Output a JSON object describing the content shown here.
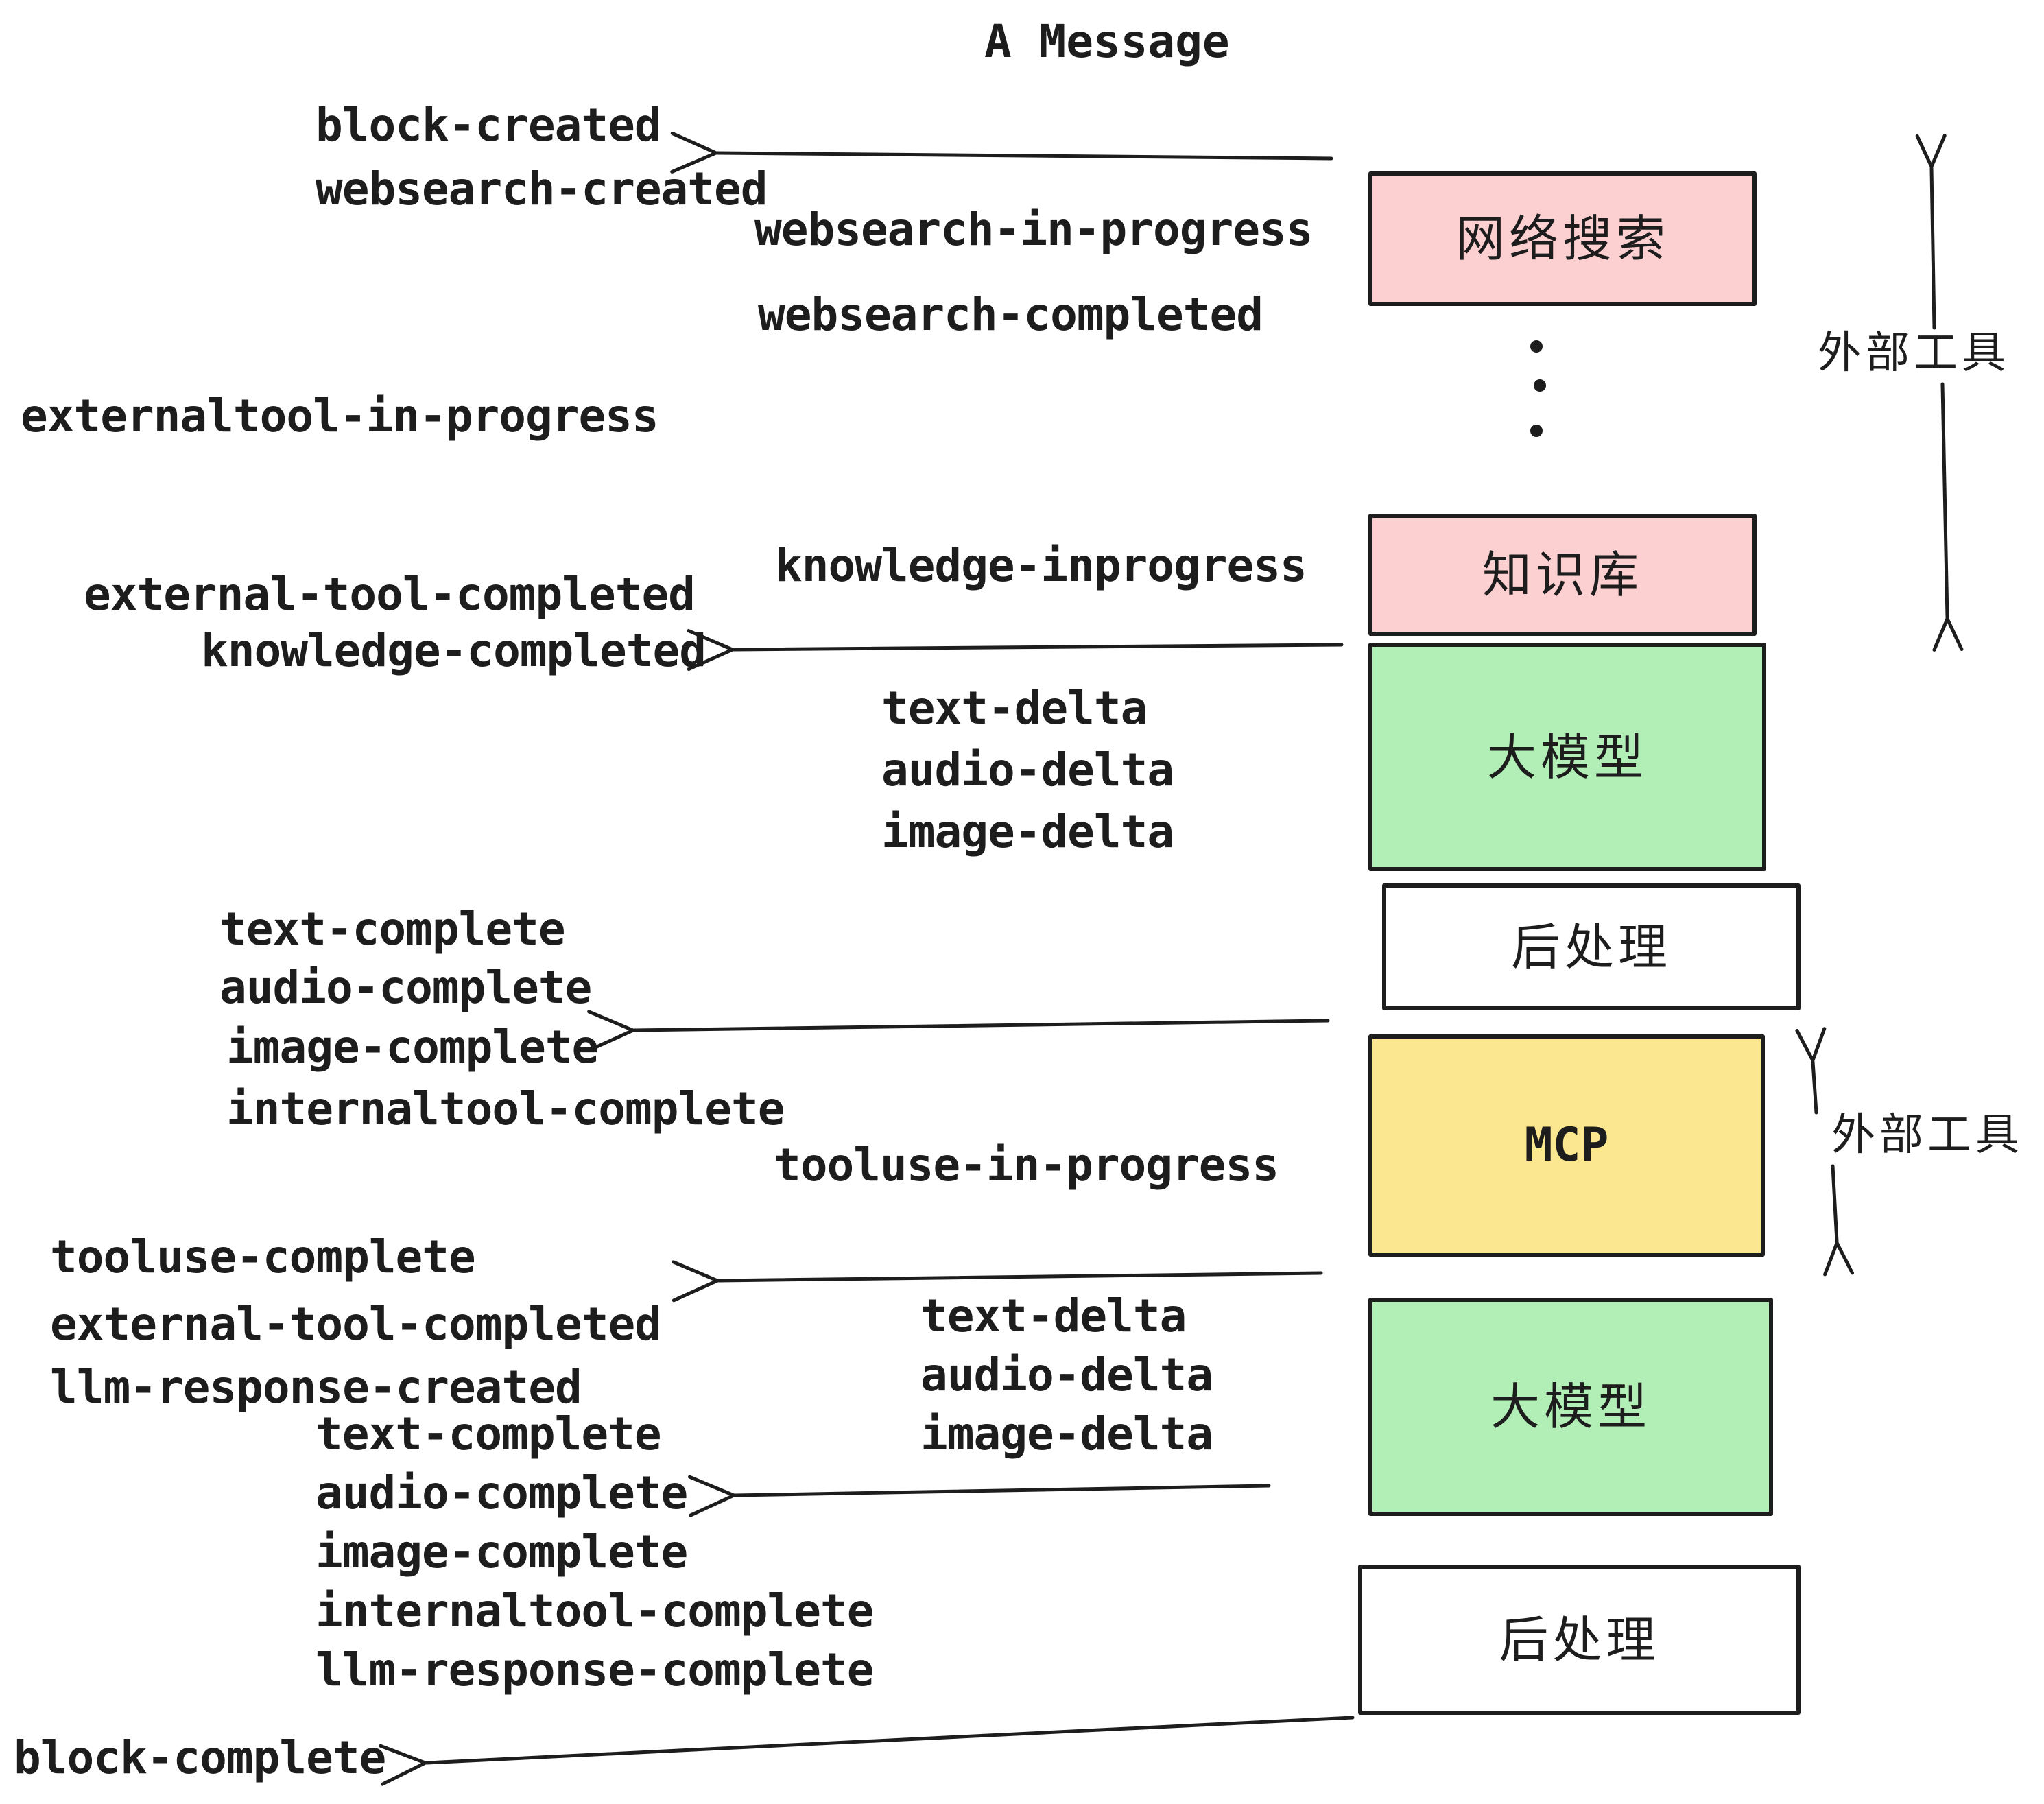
{
  "title": "A Message",
  "colors": {
    "background": "#ffffff",
    "ink": "#1d1d1d",
    "pink": "#fccfd0",
    "green": "#b2efb6",
    "yellow": "#fae78f",
    "white": "#ffffff"
  },
  "boxes": [
    {
      "id": "websearch",
      "label": "网络搜索",
      "fill": "#fccfd0"
    },
    {
      "id": "knowledge",
      "label": "知识库",
      "fill": "#fccfd0"
    },
    {
      "id": "llm-1",
      "label": "大模型",
      "fill": "#b2efb6"
    },
    {
      "id": "post-1",
      "label": "后处理",
      "fill": "#ffffff"
    },
    {
      "id": "mcp",
      "label": "MCP",
      "fill": "#fae78f"
    },
    {
      "id": "llm-2",
      "label": "大模型",
      "fill": "#b2efb6"
    },
    {
      "id": "post-2",
      "label": "后处理",
      "fill": "#ffffff"
    }
  ],
  "events": [
    {
      "text": "block-created"
    },
    {
      "text": "websearch-created"
    },
    {
      "text": "websearch-in-progress"
    },
    {
      "text": "websearch-completed"
    },
    {
      "text": "externaltool-in-progress"
    },
    {
      "text": "knowledge-inprogress"
    },
    {
      "text": "external-tool-completed"
    },
    {
      "text": "knowledge-completed"
    },
    {
      "text": "text-delta"
    },
    {
      "text": "audio-delta"
    },
    {
      "text": "image-delta"
    },
    {
      "text": "text-complete"
    },
    {
      "text": "audio-complete"
    },
    {
      "text": "image-complete"
    },
    {
      "text": "internaltool-complete"
    },
    {
      "text": "tooluse-in-progress"
    },
    {
      "text": "tooluse-complete"
    },
    {
      "text": "external-tool-completed"
    },
    {
      "text": "llm-response-created"
    },
    {
      "text": "text-delta"
    },
    {
      "text": "audio-delta"
    },
    {
      "text": "image-delta"
    },
    {
      "text": "text-complete"
    },
    {
      "text": "audio-complete"
    },
    {
      "text": "image-complete"
    },
    {
      "text": "internaltool-complete"
    },
    {
      "text": "llm-response-complete"
    },
    {
      "text": "block-complete"
    }
  ],
  "annotations": [
    {
      "label": "外部工具"
    },
    {
      "label": "外部工具"
    }
  ],
  "icons": {
    "left_arrow": "left-arrow",
    "up_arrow": "up-arrow",
    "down_arrow": "down-arrow",
    "vertical_ellipsis": "vertical-ellipsis-dots"
  }
}
